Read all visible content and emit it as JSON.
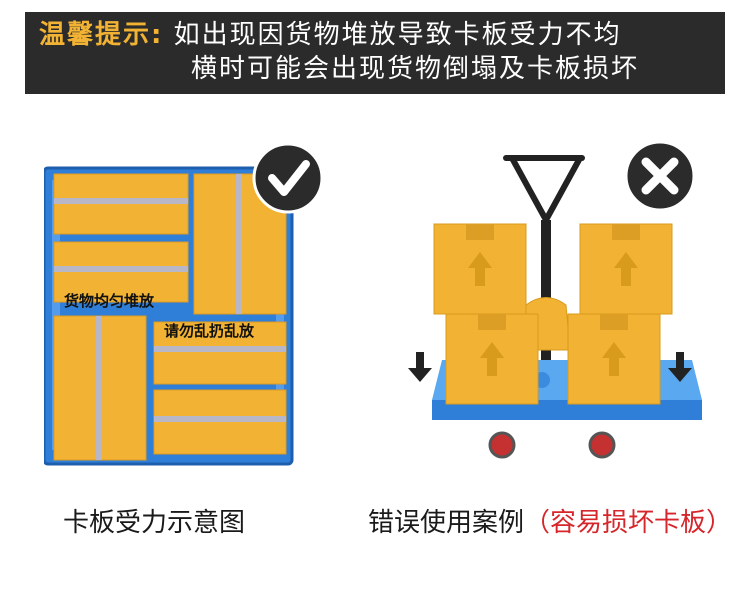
{
  "banner": {
    "label": "温馨提示:",
    "line1": "如出现因货物堆放导致卡板受力不均",
    "line2": "横时可能会出现货物倒塌及卡板损坏"
  },
  "left_panel": {
    "sticker1": "货物均匀堆放",
    "sticker2": "请勿乱扔乱放",
    "badge_icon": "check-icon",
    "caption": "卡板受力示意图"
  },
  "right_panel": {
    "badge_icon": "cross-icon",
    "caption": "错误使用案例",
    "caption_warning": "（容易损坏卡板）"
  },
  "colors": {
    "banner_bg": "#2b2b2b",
    "banner_label": "#f2b233",
    "pallet_blue": "#2f7fd8",
    "box_orange": "#f2b233",
    "warning_red": "#d6262b"
  }
}
